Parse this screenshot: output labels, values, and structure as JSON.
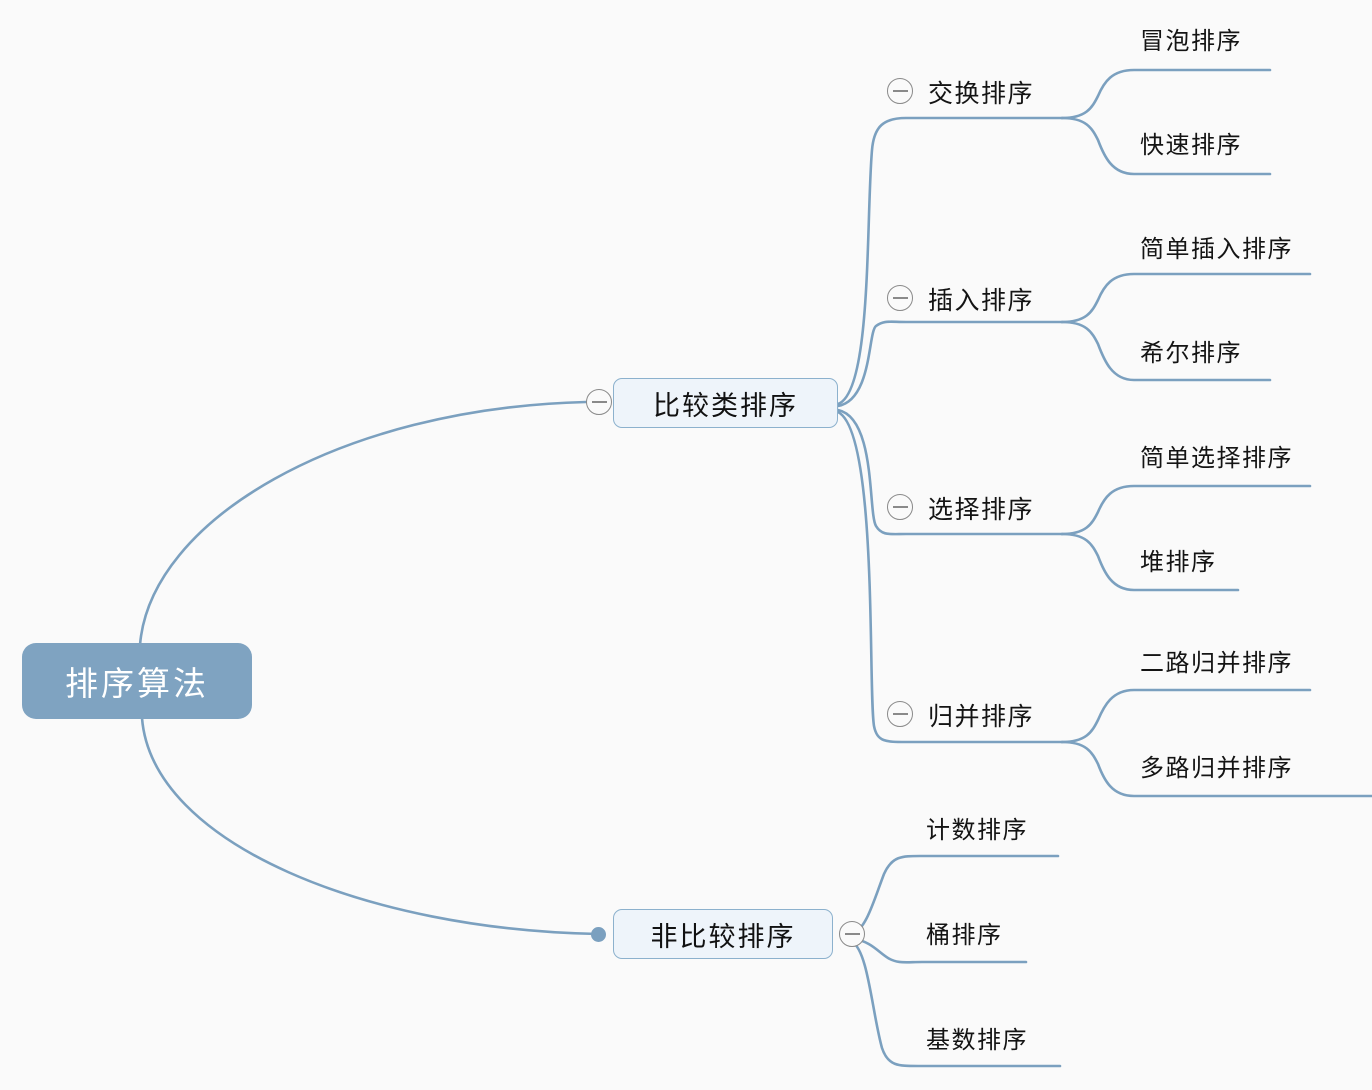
{
  "diagram": {
    "title": "排序算法",
    "type": "mindmap",
    "background_color": "#fafafa",
    "line_color": "#7ba0bf",
    "root_fill": "#7fa3c1",
    "root_text_color": "#ffffff",
    "branch_fill": "#eef4fa",
    "branch_border": "#8cb1cd",
    "text_color": "#141414",
    "toggle_color": "#8a8a8a"
  },
  "root": {
    "label": "排序算法"
  },
  "branches": [
    {
      "label": "比较类排序",
      "toggle": "collapse-minus",
      "children": [
        {
          "label": "交换排序",
          "toggle": "collapse-minus",
          "children": [
            {
              "label": "冒泡排序"
            },
            {
              "label": "快速排序"
            }
          ]
        },
        {
          "label": "插入排序",
          "toggle": "collapse-minus",
          "children": [
            {
              "label": "简单插入排序"
            },
            {
              "label": "希尔排序"
            }
          ]
        },
        {
          "label": "选择排序",
          "toggle": "collapse-minus",
          "children": [
            {
              "label": "简单选择排序"
            },
            {
              "label": "堆排序"
            }
          ]
        },
        {
          "label": "归并排序",
          "toggle": "collapse-minus",
          "children": [
            {
              "label": "二路归并排序"
            },
            {
              "label": "多路归并排序"
            }
          ]
        }
      ]
    },
    {
      "label": "非比较排序",
      "toggle": "collapse-minus",
      "children": [
        {
          "label": "计数排序"
        },
        {
          "label": "桶排序"
        },
        {
          "label": "基数排序"
        }
      ]
    }
  ]
}
